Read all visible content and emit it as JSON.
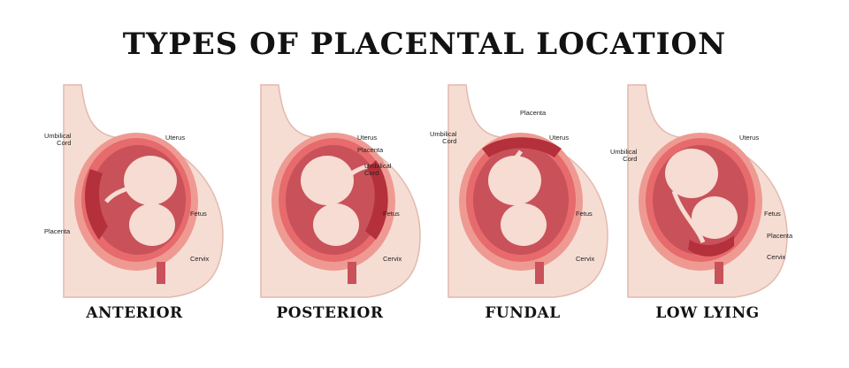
{
  "title": "TYPES OF PLACENTAL LOCATION",
  "colors": {
    "body": "#f6ddd4",
    "uterus_outer": "#ee9a92",
    "uterus_wall": "#e76a6c",
    "amniotic": "#c9515a",
    "placenta": "#b4303a",
    "fetus": "#f6dcd2",
    "outline": "#3b1d1d"
  },
  "panels": [
    {
      "caption": "ANTERIOR",
      "labels": {
        "uterus": "Uterus",
        "fetus": "Fetus",
        "cervix": "Cervix",
        "umbilical_cord": "Umbilical\nCord",
        "placenta": "Placenta"
      }
    },
    {
      "caption": "POSTERIOR",
      "labels": {
        "uterus": "Uterus",
        "placenta": "Placenta",
        "umbilical_cord": "Umbilical\nCord",
        "fetus": "Fetus",
        "cervix": "Cervix"
      }
    },
    {
      "caption": "FUNDAL",
      "labels": {
        "placenta": "Placenta",
        "umbilical_cord": "Umbilical\nCord",
        "uterus": "Uterus",
        "fetus": "Fetus",
        "cervix": "Cervix"
      }
    },
    {
      "caption": "LOW LYING",
      "labels": {
        "umbilical_cord": "Umbilical\nCord",
        "uterus": "Uterus",
        "fetus": "Fetus",
        "placenta": "Placenta",
        "cervix": "Cervix"
      }
    }
  ]
}
